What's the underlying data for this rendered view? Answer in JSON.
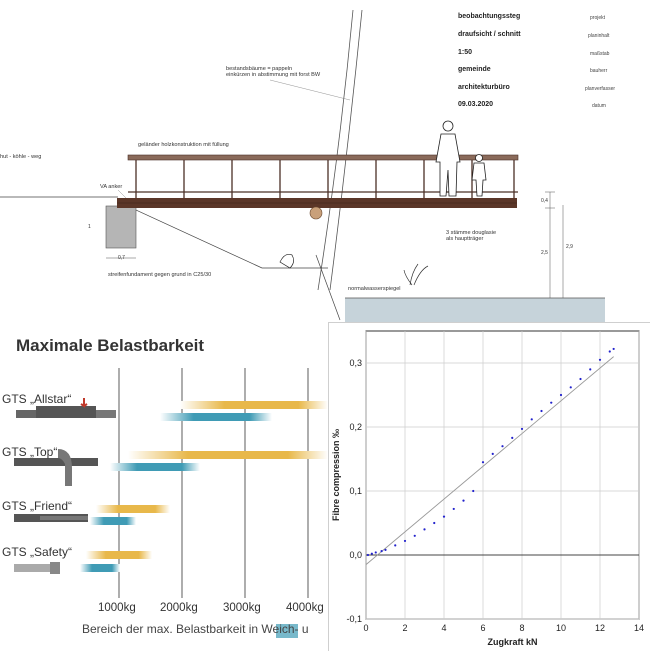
{
  "drawing": {
    "title_block": [
      {
        "value": "beobachtungssteg",
        "label": "projekt"
      },
      {
        "value": "draufsicht / schnitt",
        "label": "planinhalt"
      },
      {
        "value": "1:50",
        "label": "maßstab"
      },
      {
        "value": "gemeinde",
        "label": "bauherr"
      },
      {
        "value": "architekturbüro",
        "label": "planverfasser"
      },
      {
        "value": "09.03.2020",
        "label": "datum"
      }
    ],
    "notes": {
      "trees": "bestandsbäume = pappeln\neinkürzen in abstimmung mit forst BW",
      "railing": "geländer holzkonstruktion mit füllung",
      "path": "hut - köhle - weg",
      "anchor": "VA anker",
      "beams": "3 stämme douglasie\nals hauptträger",
      "foundation": "streifenfundament gegen grund in C25/30",
      "water": "normalwasserspiegel"
    },
    "dims": {
      "d1": "0,4",
      "d2": "2,5",
      "d3": "2,9",
      "d4": "0,7",
      "d5": "1"
    }
  },
  "belast": {
    "title": "Maximale Belastbarkeit",
    "products": [
      "GTS „Allstar“",
      "GTS „Top“",
      "GTS „Friend“",
      "GTS „Safety“"
    ],
    "ticks": [
      "1000kg",
      "2000kg",
      "3000kg",
      "4000kg"
    ],
    "xlabel": "Bereich der max. Belastbarkeit in Weich- u"
  },
  "chart_data": {
    "type": "scatter",
    "title": "",
    "xlabel": "Zugkraft  kN",
    "ylabel": "Fibre compression  ‰",
    "xlim": [
      0,
      14
    ],
    "ylim": [
      -0.1,
      0.35
    ],
    "xticks": [
      0,
      2,
      4,
      6,
      8,
      10,
      12,
      14
    ],
    "yticks": [
      -0.1,
      0.0,
      0.1,
      0.2,
      0.3
    ],
    "ytick_labels": [
      "-0,1",
      "0,0",
      "0,1",
      "0,2",
      "0,3"
    ],
    "grid": true,
    "series": [
      {
        "points": [
          [
            0.1,
            0.0
          ],
          [
            0.3,
            0.002
          ],
          [
            0.5,
            0.004
          ],
          [
            0.8,
            0.006
          ],
          [
            1.0,
            0.008
          ],
          [
            1.5,
            0.015
          ],
          [
            2.0,
            0.022
          ],
          [
            2.5,
            0.03
          ],
          [
            3.0,
            0.04
          ],
          [
            3.5,
            0.05
          ],
          [
            4.0,
            0.06
          ],
          [
            4.5,
            0.072
          ],
          [
            5.0,
            0.085
          ],
          [
            5.5,
            0.1
          ],
          [
            6.0,
            0.145
          ],
          [
            6.5,
            0.158
          ],
          [
            7.0,
            0.17
          ],
          [
            7.5,
            0.183
          ],
          [
            8.0,
            0.197
          ],
          [
            8.5,
            0.212
          ],
          [
            9.0,
            0.225
          ],
          [
            9.5,
            0.238
          ],
          [
            10.0,
            0.25
          ],
          [
            10.5,
            0.262
          ],
          [
            11.0,
            0.275
          ],
          [
            11.5,
            0.29
          ],
          [
            12.0,
            0.305
          ],
          [
            12.5,
            0.318
          ],
          [
            12.7,
            0.322
          ]
        ]
      },
      {
        "line": [
          [
            0.0,
            -0.015
          ],
          [
            12.7,
            0.31
          ]
        ]
      }
    ],
    "colors": {
      "points": "#2222cc",
      "fit": "#999999",
      "grid": "#cccccc"
    }
  }
}
